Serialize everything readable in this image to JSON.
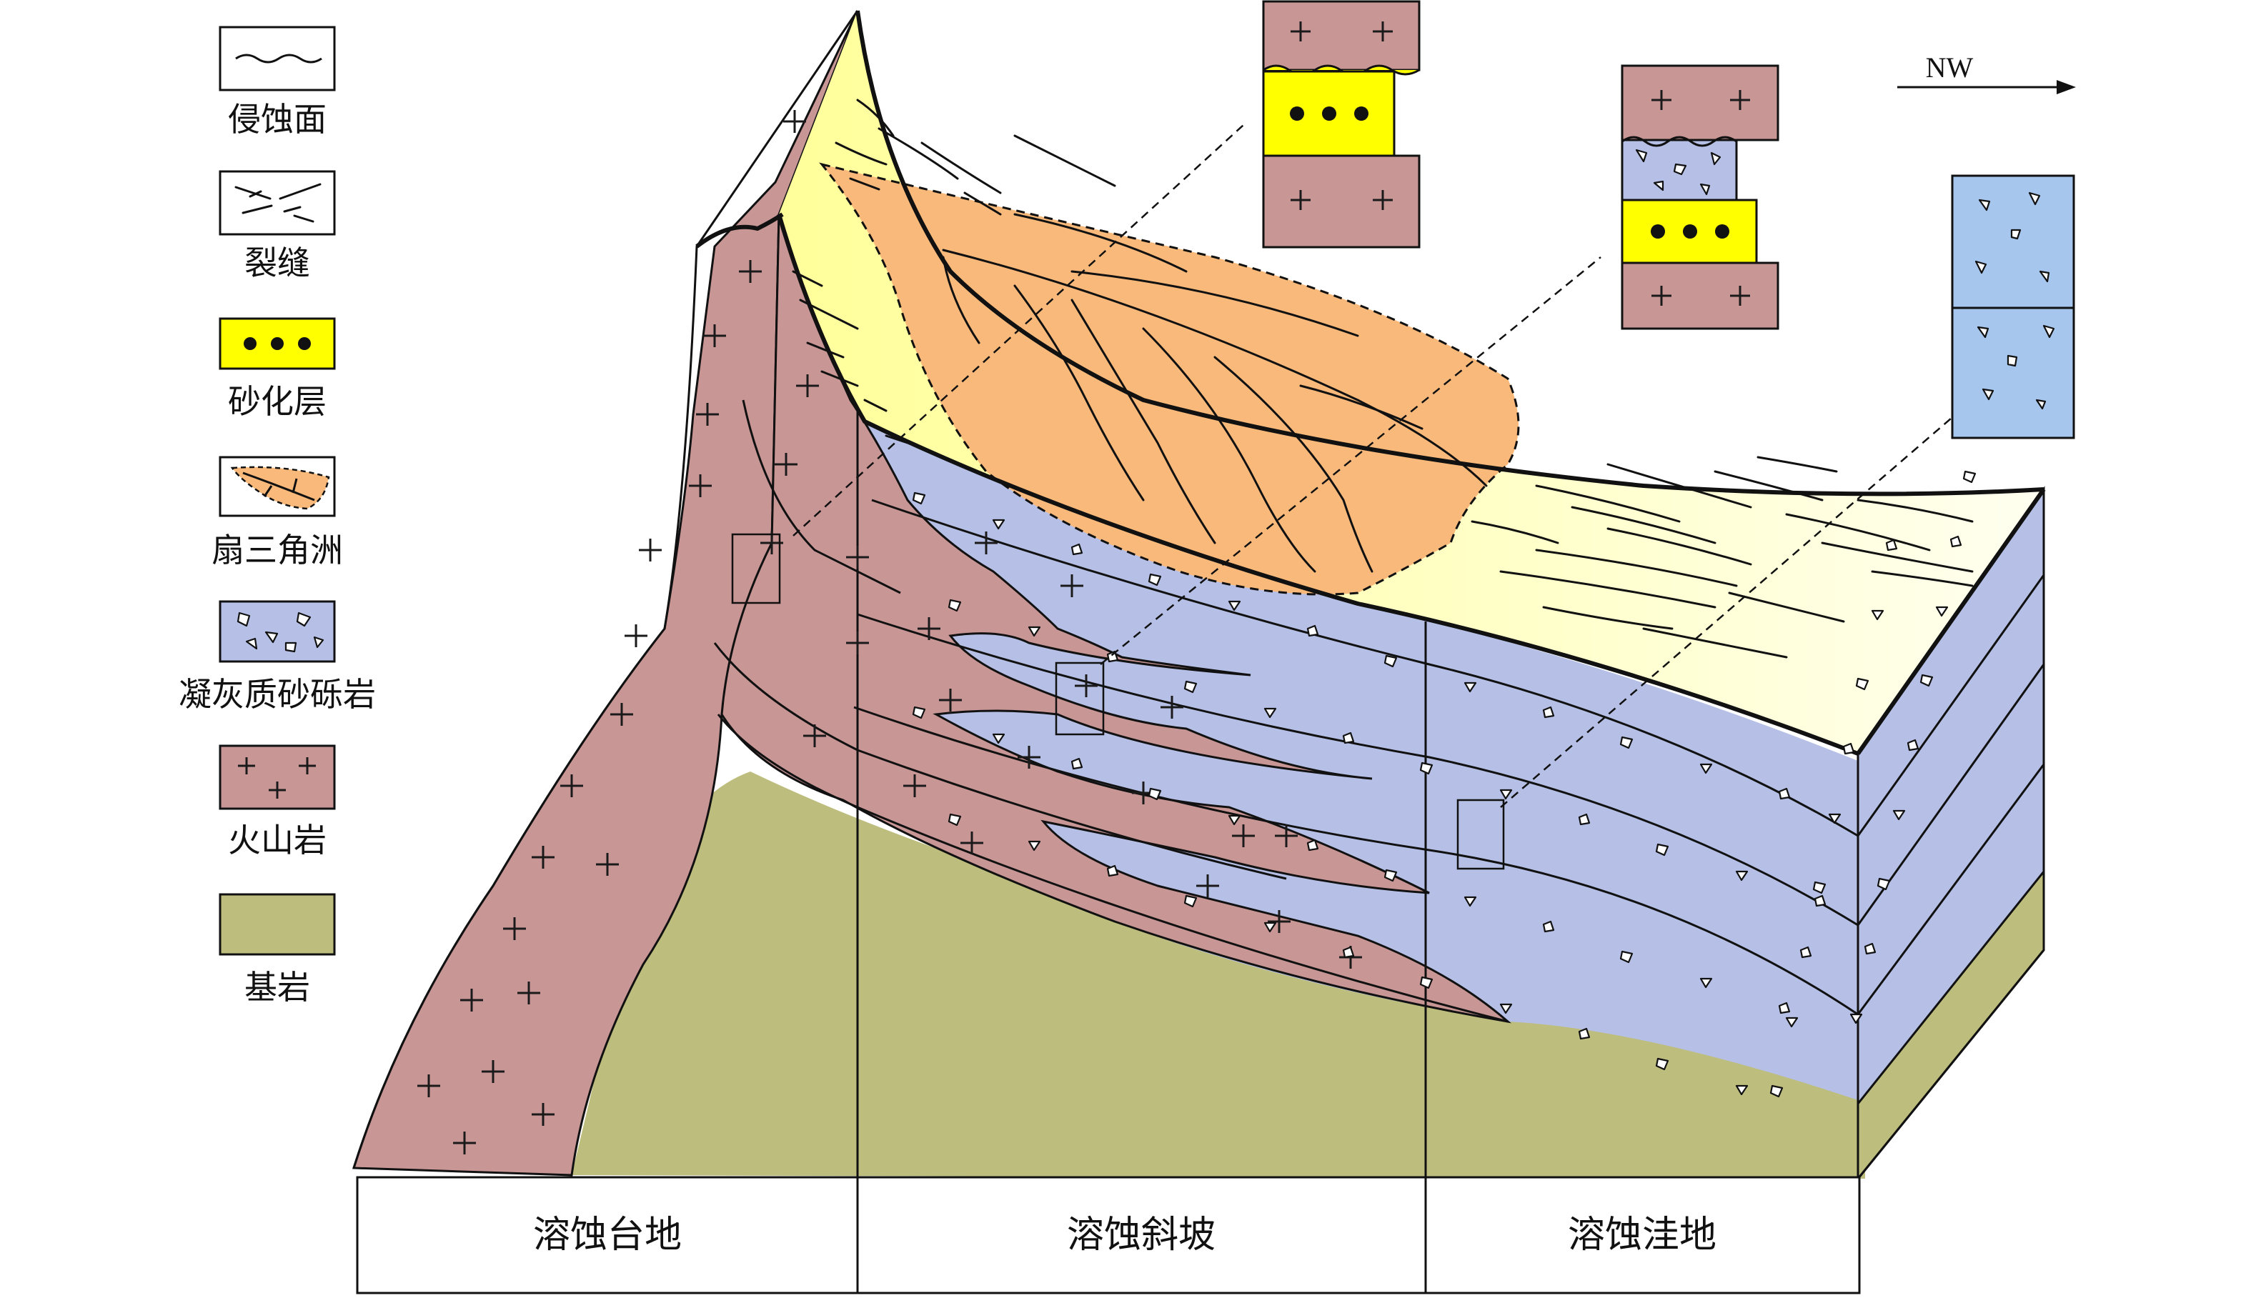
{
  "legend": {
    "items": [
      {
        "label": "侵蚀面",
        "icon": "erosion-surface-icon"
      },
      {
        "label": "裂缝",
        "icon": "fracture-icon"
      },
      {
        "label": "砂化层",
        "icon": "sanded-layer-icon"
      },
      {
        "label": "扇三角洲",
        "icon": "fan-delta-icon"
      },
      {
        "label": "凝灰质砂砾岩",
        "icon": "tuffaceous-glutenite-icon"
      },
      {
        "label": "火山岩",
        "icon": "volcanic-rock-icon"
      },
      {
        "label": "基岩",
        "icon": "bedrock-icon"
      }
    ]
  },
  "direction": {
    "label": "NW"
  },
  "zones": [
    {
      "label": "溶蚀台地"
    },
    {
      "label": "溶蚀斜坡"
    },
    {
      "label": "溶蚀洼地"
    }
  ],
  "colors": {
    "volcanic": "#c99696",
    "bedrock": "#bdbd7e",
    "glutenite": "#b6c0e6",
    "column_glutenite": "#a6c6ee",
    "sanded": "#ffff00",
    "fan_delta": "#f9b97b",
    "top_surface": "#ffffbc"
  }
}
